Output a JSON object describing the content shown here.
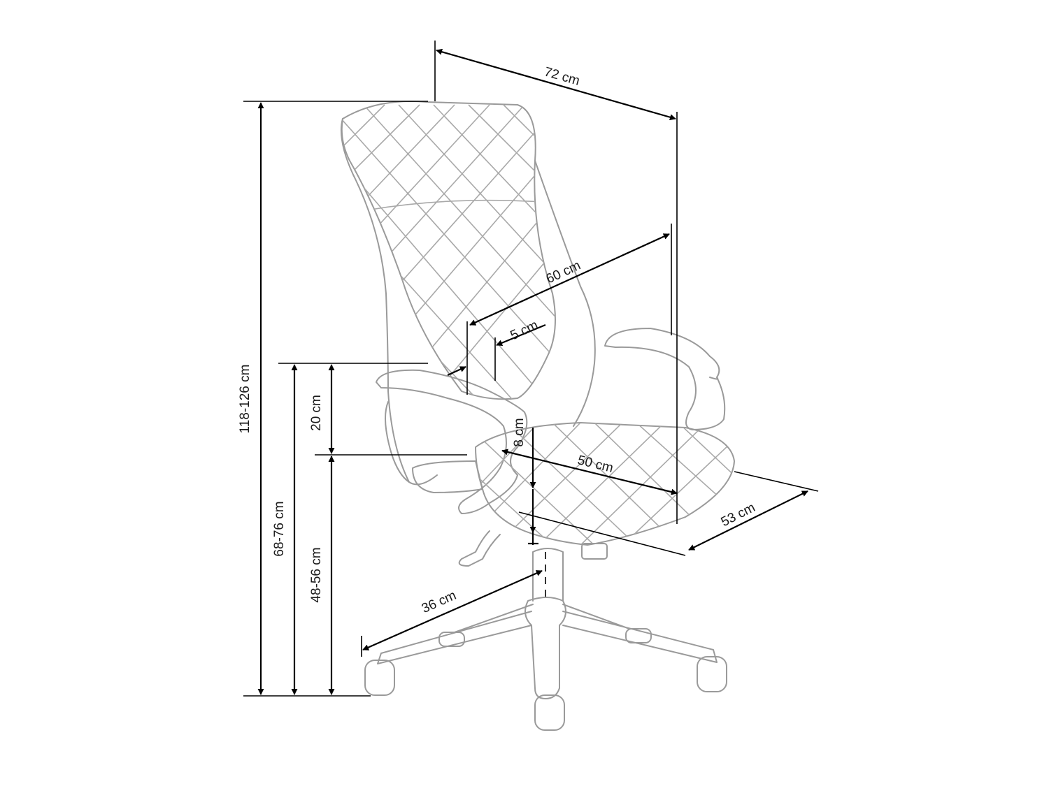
{
  "dimensions": {
    "width": "72 cm",
    "depth_seat": "60 cm",
    "backrest_offset": "5 cm",
    "total_height": "118-126 cm",
    "armrest_height": "68-76 cm",
    "armrest_above_seat": "20 cm",
    "seat_height": "48-56 cm",
    "seat_thickness": "8 cm",
    "seat_depth": "50 cm",
    "seat_width": "53 cm",
    "base_radius": "36 cm"
  }
}
